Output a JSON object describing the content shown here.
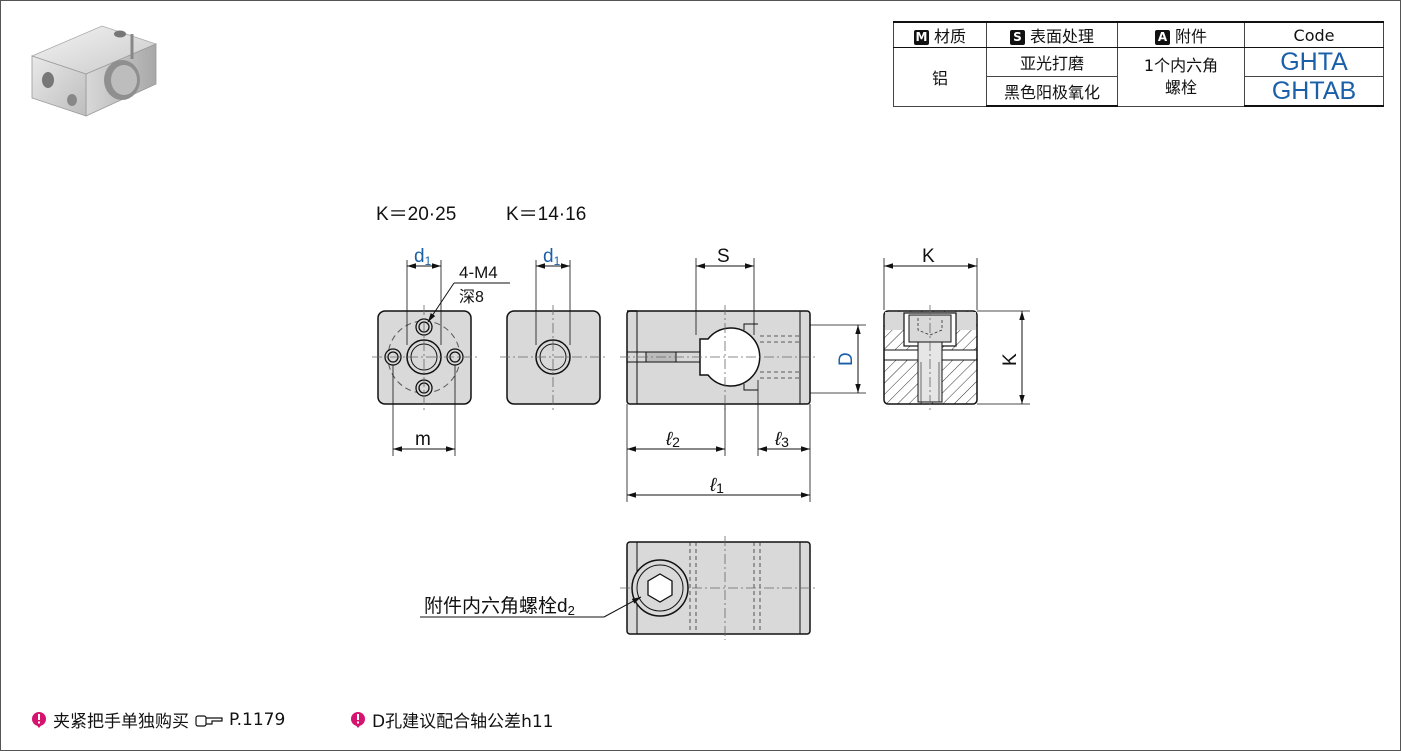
{
  "table": {
    "headers": [
      {
        "badge": "M",
        "label": "材质"
      },
      {
        "badge": "S",
        "label": "表面处理"
      },
      {
        "badge": "A",
        "label": "附件"
      },
      {
        "badge": "",
        "label": "Code"
      }
    ],
    "material": "铝",
    "treatments": [
      "亚光打磨",
      "黑色阳极氧化"
    ],
    "accessory_line1": "1个内六角",
    "accessory_line2": "螺栓",
    "codes": [
      "GHTA",
      "GHTAB"
    ]
  },
  "drawing": {
    "variant_label_1": "K＝20·25",
    "variant_label_2": "K＝14·16",
    "dim_d1": "d",
    "dim_d1_sub": "1",
    "thread_label_1": "4-M4",
    "thread_label_2": "深8",
    "dim_m": "m",
    "dim_S": "S",
    "dim_D": "D",
    "dim_K": "K",
    "dim_l": "ℓ",
    "sub_1": "1",
    "sub_2": "2",
    "sub_3": "3",
    "bolt_label": "附件内六角螺栓d",
    "bolt_label_sub": "2"
  },
  "notes": [
    {
      "text": "夹紧把手单独购买",
      "ref_icon": "pointing-hand-icon",
      "ref": "P.1179"
    },
    {
      "text": "D孔建议配合轴公差h11"
    }
  ],
  "colors": {
    "accent_blue": "#1a5fa8",
    "pin_magenta": "#d4146e",
    "part_gray": "#d9d9d9"
  }
}
